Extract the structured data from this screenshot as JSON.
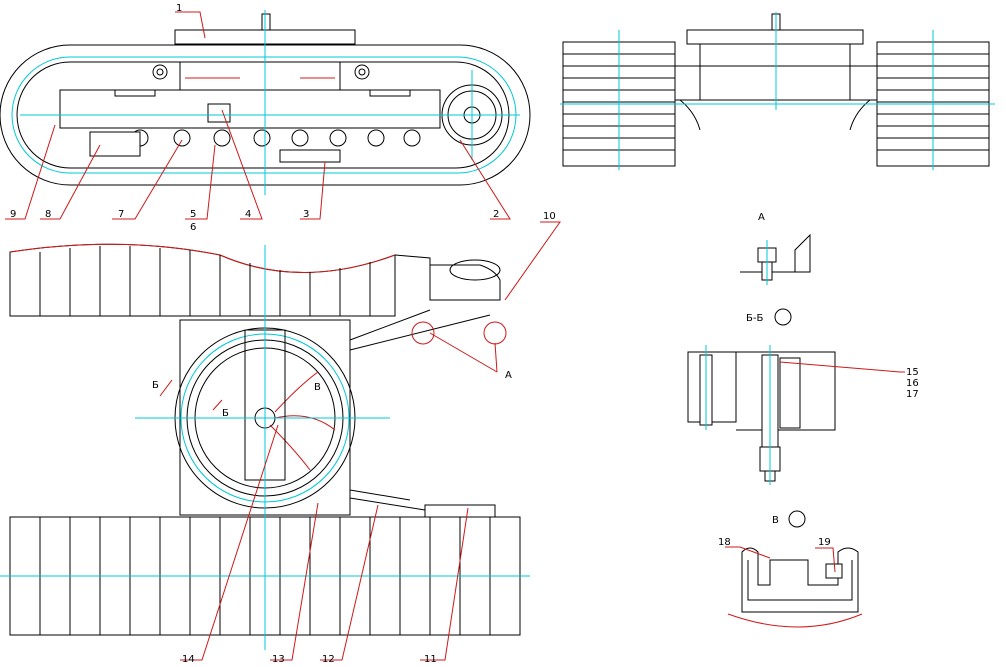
{
  "callouts": [
    "1",
    "2",
    "3",
    "4",
    "5",
    "6",
    "7",
    "8",
    "9",
    "10",
    "11",
    "12",
    "13",
    "14",
    "15",
    "16",
    "17",
    "18",
    "19"
  ],
  "views": {
    "a": "A",
    "bb": "Б-Б",
    "v": "В",
    "a_mark": "A",
    "b_mark_left": "Б",
    "b_mark_right": "Б",
    "v_mark": "В"
  },
  "colors": {
    "outline": "#000000",
    "axis": "#00c8d8",
    "leader": "#d01818"
  }
}
